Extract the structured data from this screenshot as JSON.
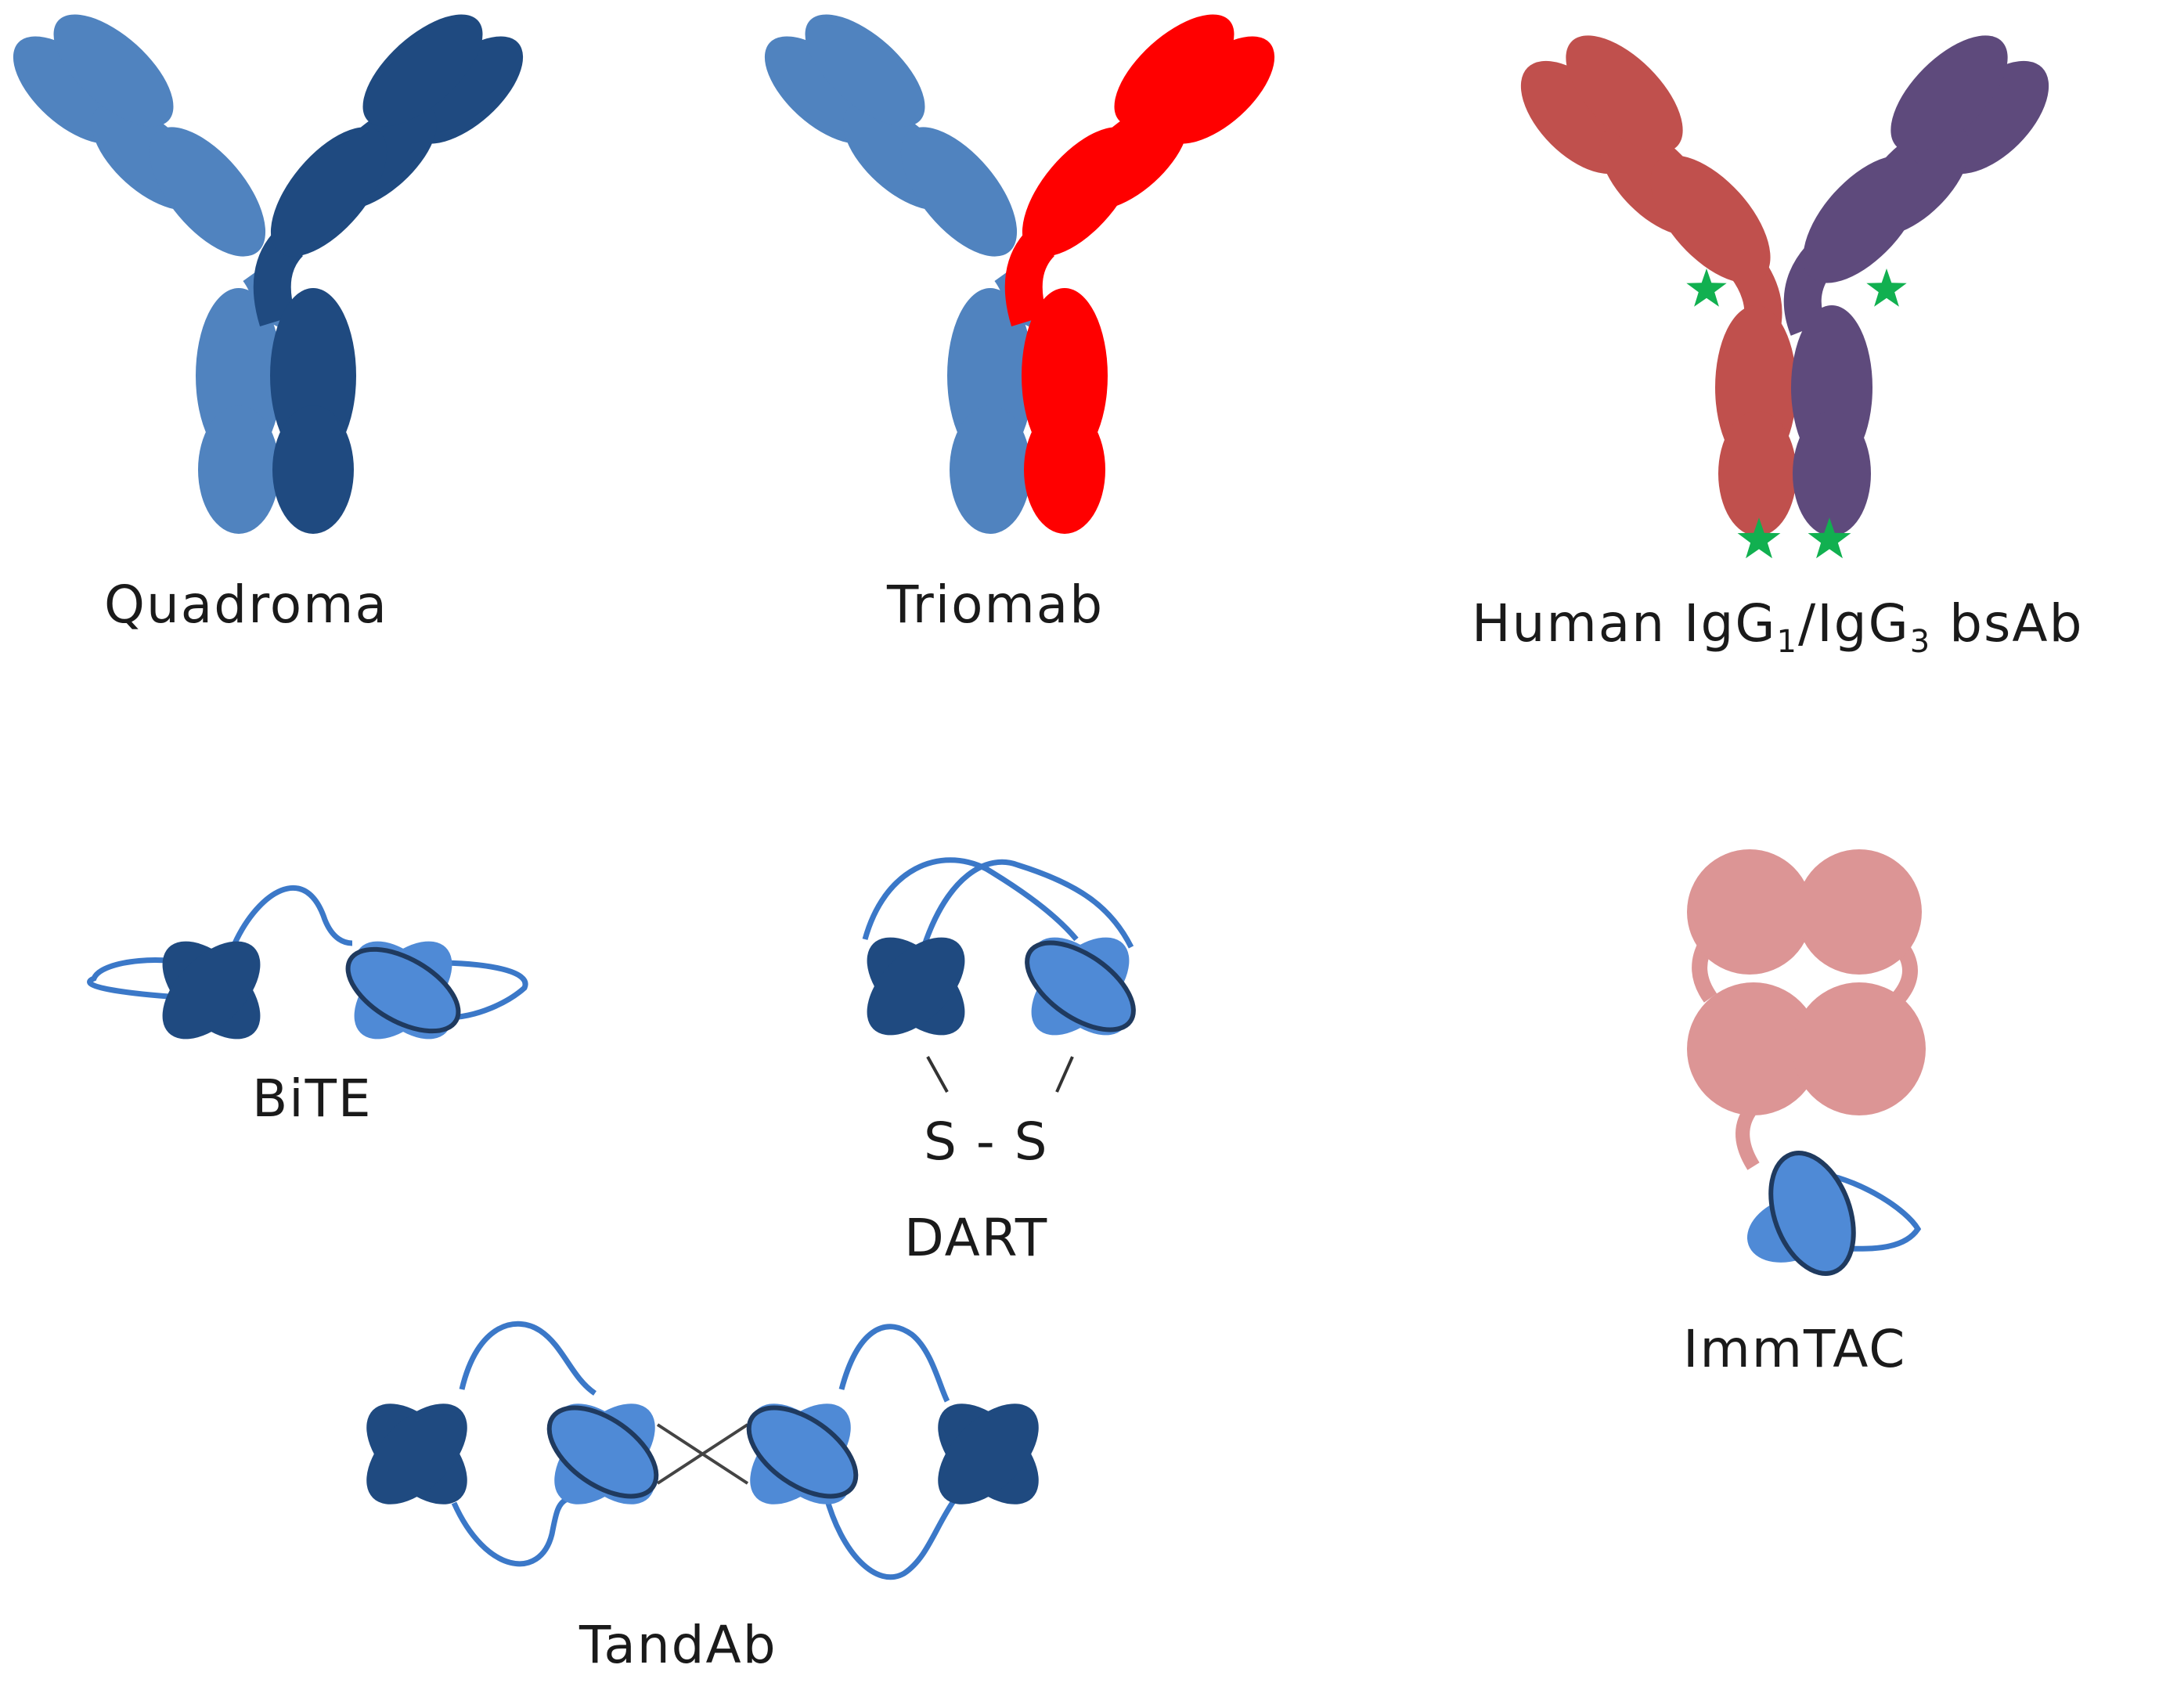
{
  "colors": {
    "light_blue": "#5083bf",
    "dark_blue": "#1f4a80",
    "mid_blue": "#4f8ad6",
    "outline_blue": "#1f3a5f",
    "red": "#ff0000",
    "brick_red": "#c0504d",
    "purple": "#5e4a7c",
    "star_green": "#11b050",
    "pink": "#dc9595",
    "linker": "#3b78c8"
  },
  "formats": {
    "quadroma": "Quadroma",
    "triomab": "Triomab",
    "human_bsab": {
      "prefix": "Human IgG",
      "sub1": "1",
      "mid": "/IgG",
      "sub2": "3",
      "suffix": " bsAb"
    },
    "bite": "BiTE",
    "dart": "DART",
    "dart_bond": "S - S",
    "immtac": "ImmTAC",
    "tandab": "TandAb"
  }
}
